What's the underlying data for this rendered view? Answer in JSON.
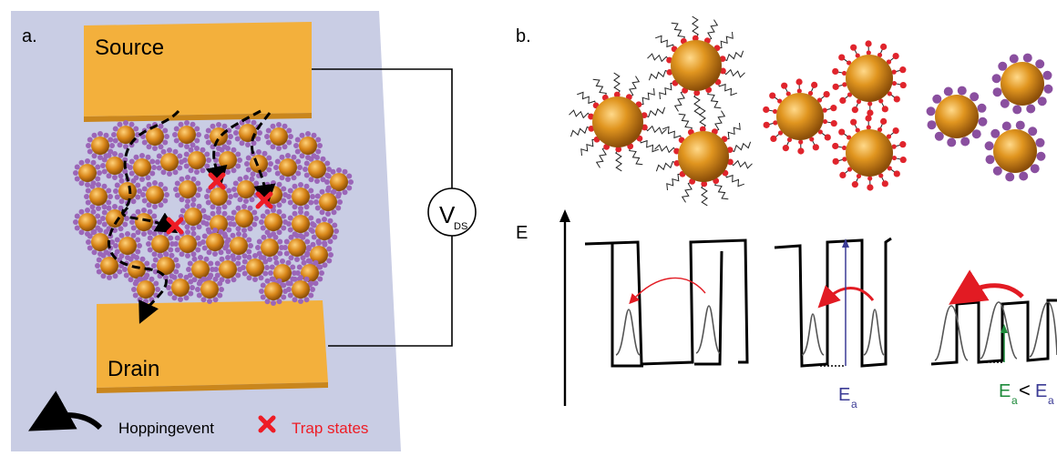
{
  "panel_a": {
    "label": "a.",
    "source_label": "Source",
    "drain_label": "Drain",
    "vds_main": "V",
    "vds_sub": "DS",
    "legend_hopping": "Hoppingevent",
    "legend_trap": "Trap states",
    "colors": {
      "background": "#c9cde4",
      "electrode": "#f3b03c",
      "particle": "#d98a1e",
      "ligand": "#9b66b8",
      "arrow": "#000000",
      "trap": "#ee1c25"
    }
  },
  "panel_b": {
    "label": "b.",
    "energy_label": "E",
    "activation_main": "E",
    "activation_sub": "a",
    "inequality_left_main": "E",
    "inequality_left_sub": "a",
    "inequality_symbol": "<",
    "inequality_right_main": "E",
    "inequality_right_sub": "a",
    "colors": {
      "ligand_red": "#e0242c",
      "ligand_purple": "#8a4f9f",
      "activation_blue": "#3b3b95",
      "activation_green": "#1d8a3a",
      "hop_arrow": "#e21b23"
    }
  }
}
